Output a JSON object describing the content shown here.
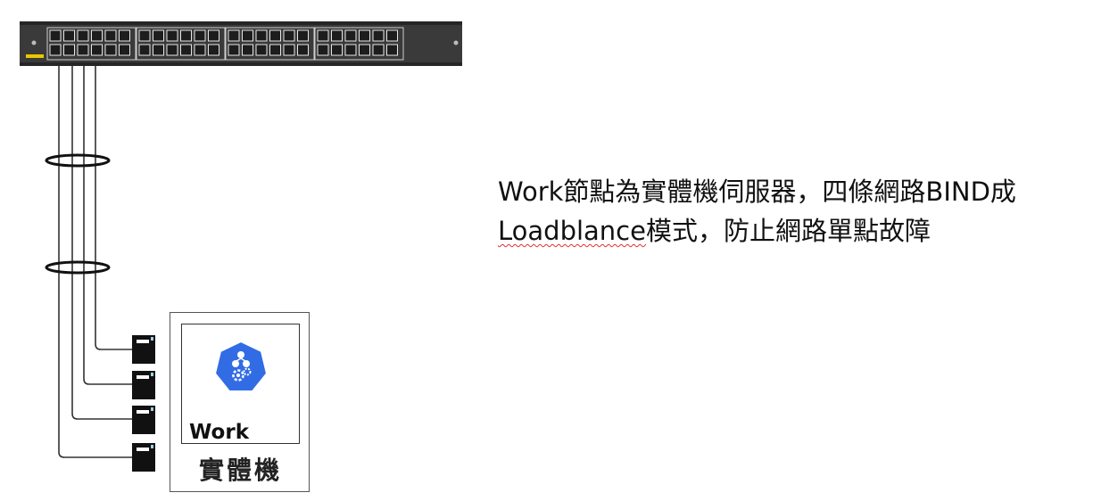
{
  "description": {
    "line1": "Work節點為實體機伺服器，四條網路BIND成",
    "line2_underlined": "Loadblance",
    "line2_rest": "模式，防止網路單點故障"
  },
  "server": {
    "role_label": "Work",
    "type_label": "實體機"
  },
  "icons": {
    "switch": "network-switch-icon",
    "node": "kubernetes-node-icon",
    "port": "ethernet-port-icon",
    "bond": "link-bond-ring-icon"
  },
  "colors": {
    "switch_body": "#3a3a3a",
    "switch_port": "#1d1d1d",
    "status_led": "#e8c800",
    "kubernetes_blue": "#326ce5",
    "squiggle": "#e03030"
  },
  "network": {
    "switch_port_count": 48,
    "link_count": 4,
    "bond_ring_count": 2
  }
}
